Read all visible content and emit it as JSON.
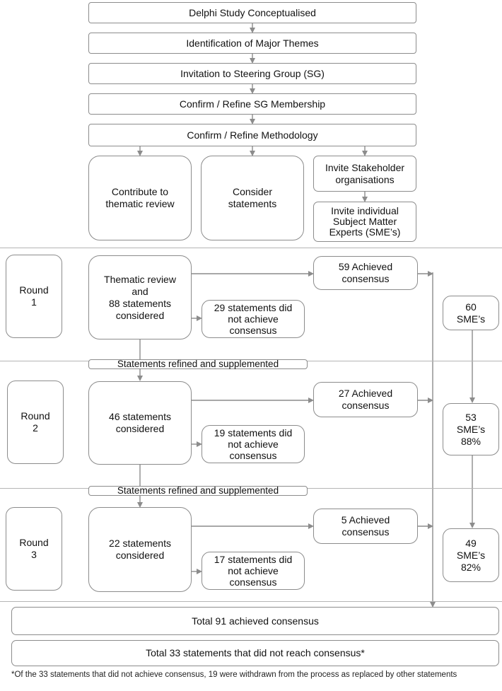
{
  "setup": {
    "step1": "Delphi Study Conceptualised",
    "step2": "Identification of Major Themes",
    "step3": "Invitation to Steering Group (SG)",
    "step4": "Confirm / Refine SG Membership",
    "step5": "Confirm / Refine Methodology",
    "contribute": "Contribute to\nthematic review",
    "consider": "Consider\nstatements",
    "invite_orgs": "Invite Stakeholder\norganisations",
    "invite_smes": "Invite individual\nSubject Matter\nExperts (SME’s)"
  },
  "round1": {
    "label": "Round\n1",
    "main": "Thematic review\nand\n88 statements\nconsidered",
    "achieved": "59 Achieved\nconsensus",
    "not_achieved": "29 statements did\nnot achieve\nconsensus",
    "smes": "60\nSME’s"
  },
  "refine1": "Statements refined and supplemented",
  "round2": {
    "label": "Round\n2",
    "main": "46 statements\nconsidered",
    "achieved": "27 Achieved\nconsensus",
    "not_achieved": "19 statements did\nnot achieve\nconsensus",
    "smes": "53\nSME’s\n88%"
  },
  "refine2": "Statements refined and supplemented",
  "round3": {
    "label": "Round\n3",
    "main": "22 statements\nconsidered",
    "achieved": "5 Achieved\nconsensus",
    "not_achieved": "17 statements did\nnot achieve\nconsensus",
    "smes": "49\nSME’s\n82%"
  },
  "totals": {
    "achieved": "Total 91 achieved consensus",
    "not_reached": "Total 33 statements that did not reach consensus*"
  },
  "footnote": "*Of the 33 statements that did not achieve consensus, 19 were withdrawn from the process as replaced by other statements"
}
